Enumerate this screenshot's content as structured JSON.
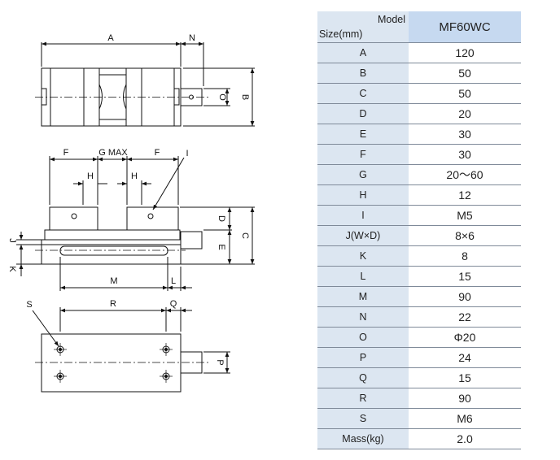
{
  "drawing": {
    "top_view": {
      "A": "A",
      "N": "N",
      "B": "B",
      "O": "O"
    },
    "front_view": {
      "F1": "F",
      "G": "G MAX",
      "F2": "F",
      "I": "I",
      "H1": "H",
      "H2": "H",
      "J": "J",
      "K": "K",
      "D": "D",
      "E": "E",
      "C": "C",
      "M": "M",
      "L": "L"
    },
    "bottom_view": {
      "S": "S",
      "R": "R",
      "Q": "Q",
      "P": "P"
    }
  },
  "table": {
    "header": {
      "corner_top": "Model",
      "corner_bottom": "Size(mm)",
      "model": "MF60WC"
    },
    "rows": [
      {
        "label": "A",
        "value": "120"
      },
      {
        "label": "B",
        "value": "50"
      },
      {
        "label": "C",
        "value": "50"
      },
      {
        "label": "D",
        "value": "20"
      },
      {
        "label": "E",
        "value": "30"
      },
      {
        "label": "F",
        "value": "30"
      },
      {
        "label": "G",
        "value": "20～60"
      },
      {
        "label": "H",
        "value": "12"
      },
      {
        "label": "I",
        "value": "M5"
      },
      {
        "label": "J(W×D)",
        "value": "8×6"
      },
      {
        "label": "K",
        "value": "8"
      },
      {
        "label": "L",
        "value": "15"
      },
      {
        "label": "M",
        "value": "90"
      },
      {
        "label": "N",
        "value": "22"
      },
      {
        "label": "O",
        "value": "Φ20"
      },
      {
        "label": "P",
        "value": "24"
      },
      {
        "label": "Q",
        "value": "15"
      },
      {
        "label": "R",
        "value": "90"
      },
      {
        "label": "S",
        "value": "M6"
      },
      {
        "label": "Mass(kg)",
        "value": "2.0"
      }
    ]
  }
}
